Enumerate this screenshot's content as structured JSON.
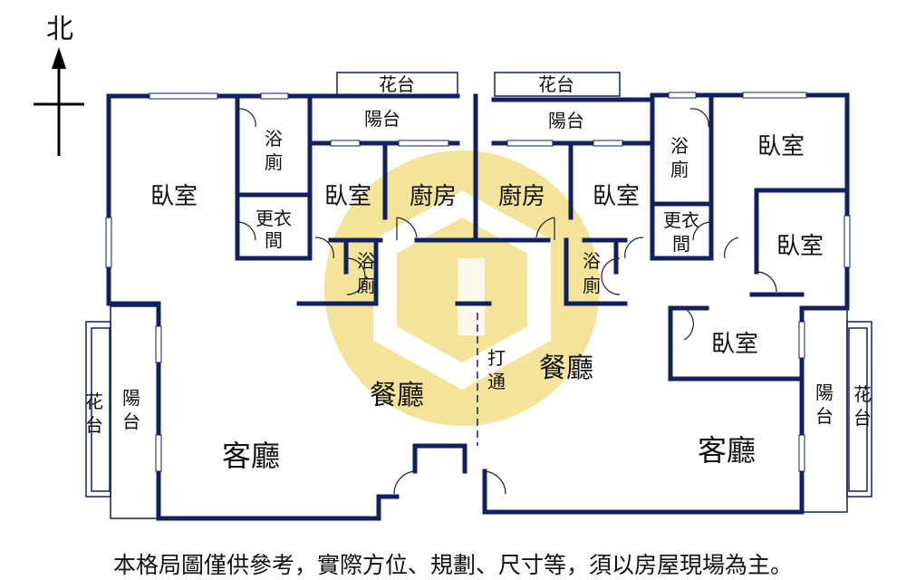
{
  "north_label": "北",
  "colors": {
    "wall": "#13205e",
    "watermark": "#f0dc78"
  },
  "rooms": {
    "planter_top_left": "花台",
    "planter_top_right": "花台",
    "balcony_top_left": "陽台",
    "balcony_top_right": "陽台",
    "bath_left": [
      "浴",
      "廁"
    ],
    "closet_left": [
      "更衣",
      "間"
    ],
    "bedroom_left_main": "臥室",
    "bedroom_left_2": "臥室",
    "kitchen_left": "廚房",
    "kitchen_right": "廚房",
    "bedroom_right_2": "臥室",
    "bath_right": [
      "浴",
      "廁"
    ],
    "closet_right": [
      "更衣",
      "間"
    ],
    "bedroom_right_main": "臥室",
    "bedroom_right_3": "臥室",
    "bedroom_right_4": "臥室",
    "bath_center_left": [
      "浴",
      "廁"
    ],
    "bath_center_right": [
      "浴",
      "廁"
    ],
    "dining_left": "餐廳",
    "dining_right": "餐廳",
    "open_through": [
      "打",
      "通"
    ],
    "living_left": "客廳",
    "living_right": "客廳",
    "balcony_left": [
      "陽",
      "台"
    ],
    "planter_left": [
      "花",
      "台"
    ],
    "balcony_right": [
      "陽",
      "台"
    ],
    "planter_right": [
      "花",
      "台"
    ]
  },
  "caption": "本格局圖僅供參考，實際方位、規劃、尺寸等，須以房屋現場為主。"
}
